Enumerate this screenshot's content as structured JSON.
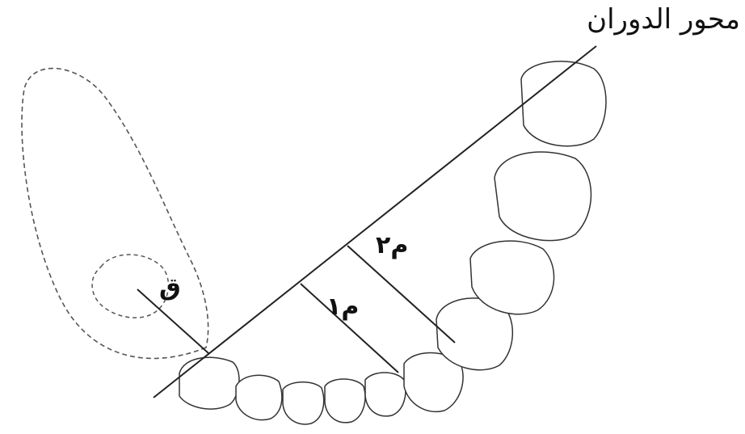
{
  "labels": {
    "rotation_axis": "محور الدوران",
    "force": "ق",
    "moment_arm_1": "م١",
    "moment_arm_2": "م٢"
  },
  "colors": {
    "line": "#222222",
    "outline": "#333333",
    "dashed": "#555555"
  }
}
